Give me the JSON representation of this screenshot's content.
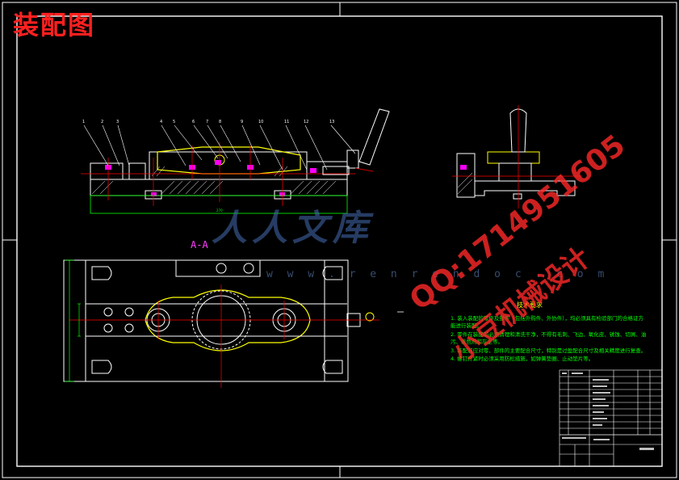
{
  "drawing": {
    "title": "装配图",
    "section_label": "A-A",
    "technical_requirements_title": "技术要求",
    "technical_requirements": [
      "1. 装入装配的零件及部件（包括外购件、外协件），均必须具有检验部门的合格证方",
      "能进行装配。",
      "2. 零件在装配前必须清理和清洗干净，不得有毛刺、飞边、氧化皮、锈蚀、切屑、油",
      "污、着色剂和灰尘等。",
      "3. 装配前应对零、部件的主要配合尺寸，特别是过盈配合尺寸及相关精度进行复查。",
      "4. 螺钉拧紧时必须采用防松措施，如弹簧垫圈、止动垫片等。"
    ],
    "balloon_numbers": [
      "1",
      "2",
      "3",
      "4",
      "5",
      "6",
      "7",
      "8",
      "9",
      "10",
      "11",
      "12",
      "13"
    ]
  },
  "watermarks": {
    "site_name": "人人文库",
    "site_url": "w w w . r e n r e n d o c . c o m",
    "qq": "QQ:1714951605",
    "designer": "小豆机械设计"
  },
  "colors": {
    "background": "#000000",
    "outline": "#ffffff",
    "part": "#ffff00",
    "dimension": "#00ff00",
    "hidden": "#ff0000",
    "text_red": "#ff2020",
    "bolt": "#ff00ff"
  }
}
